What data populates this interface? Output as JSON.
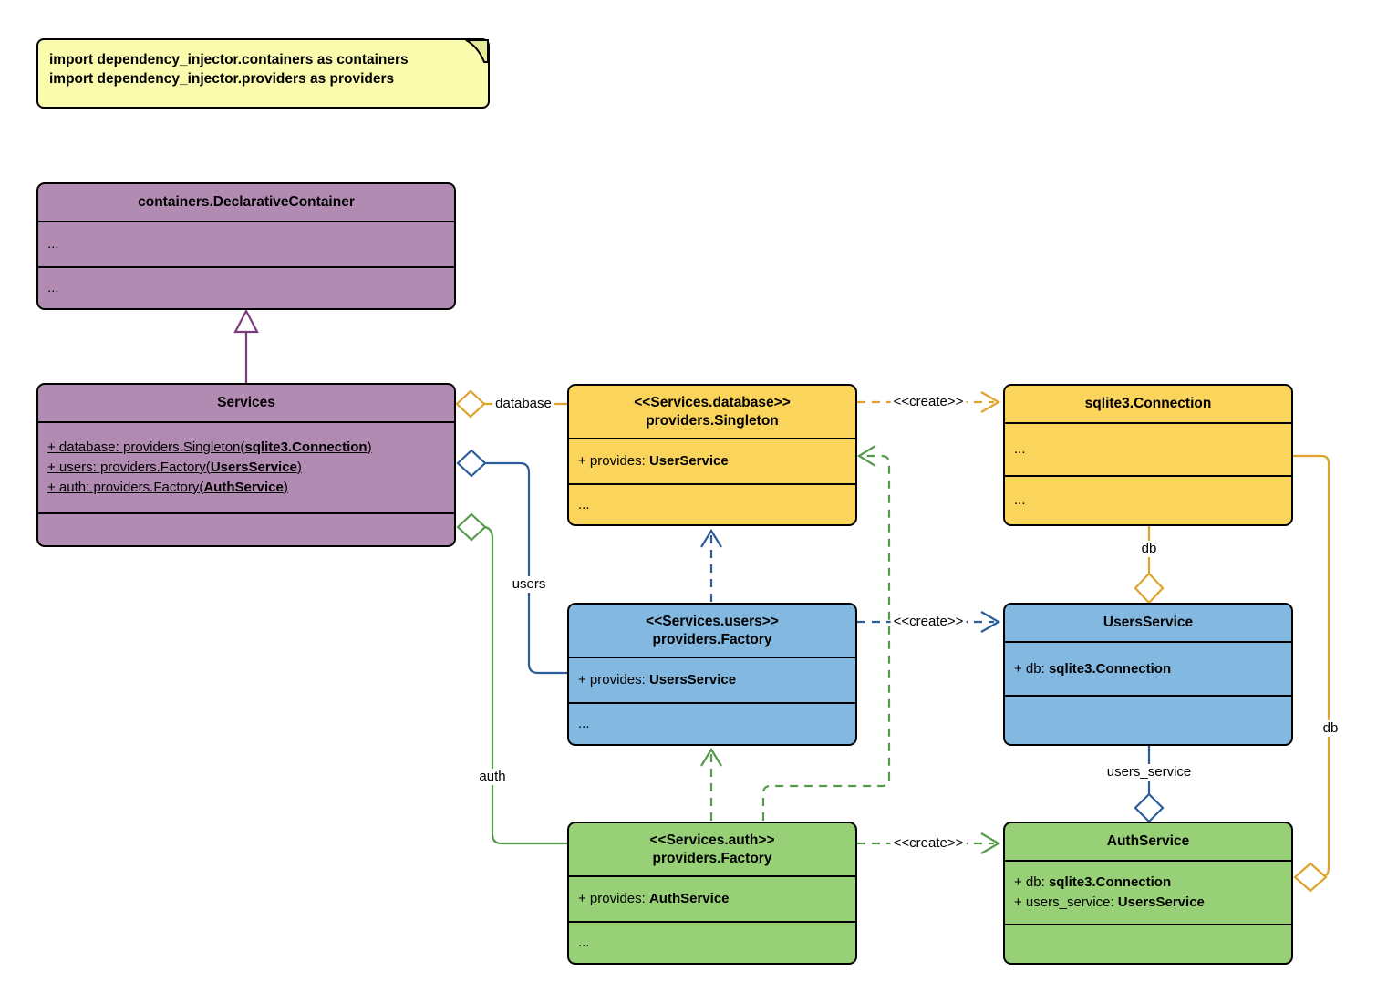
{
  "note": {
    "lines": [
      "import dependency_injector.containers as containers",
      "import dependency_injector.providers as providers"
    ]
  },
  "classes": {
    "declarative": {
      "title": "containers.DeclarativeContainer",
      "row1": "...",
      "row2": "..."
    },
    "services": {
      "title": "Services",
      "attrs": [
        {
          "pre": "+ database: providers.Singleton(",
          "bold": "sqlite3.Connection",
          "post": ")"
        },
        {
          "pre": "+ users: providers.Factory(",
          "bold": "UsersService",
          "post": ")"
        },
        {
          "pre": "+ auth: providers.Factory(",
          "bold": "AuthService",
          "post": ")"
        }
      ]
    },
    "singleton": {
      "stereotype": "<<Services.database>>",
      "title": "providers.Singleton",
      "provides_pre": "+ provides: ",
      "provides_bold": "UserService",
      "dots": "..."
    },
    "connection": {
      "title": "sqlite3.Connection",
      "row1": "...",
      "row2": "..."
    },
    "users_factory": {
      "stereotype": "<<Services.users>>",
      "title": "providers.Factory",
      "provides_pre": "+ provides: ",
      "provides_bold": "UsersService",
      "dots": "..."
    },
    "users_service": {
      "title": "UsersService",
      "attr_pre": "+ db: ",
      "attr_bold": "sqlite3.Connection"
    },
    "auth_factory": {
      "stereotype": "<<Services.auth>>",
      "title": "providers.Factory",
      "provides_pre": "+ provides: ",
      "provides_bold": "AuthService",
      "dots": "..."
    },
    "auth_service": {
      "title": "AuthService",
      "attr1_pre": "+ db: ",
      "attr1_bold": "sqlite3.Connection",
      "attr2_pre": "+ users_service: ",
      "attr2_bold": "UsersService"
    }
  },
  "edges": {
    "database_label": "database",
    "users_label": "users",
    "auth_label": "auth",
    "create_db_label": "<<create>>",
    "create_users_label": "<<create>>",
    "create_auth_label": "<<create>>",
    "db_top_label": "db",
    "db_right_label": "db",
    "users_service_label": "users_service"
  },
  "colors": {
    "purple_fill": "#B18BB1",
    "purple_line": "#7B3B7B",
    "yellow_fill": "#FBD45C",
    "orange_line": "#DFA32B",
    "blue_fill": "#83B9E1",
    "blue_line": "#2B5D9B",
    "green_fill": "#97D077",
    "green_line": "#579A4E",
    "note_fill": "#FBFBAE",
    "note_fold": "#E8E89B",
    "border": "#000000",
    "text": "#000000"
  }
}
